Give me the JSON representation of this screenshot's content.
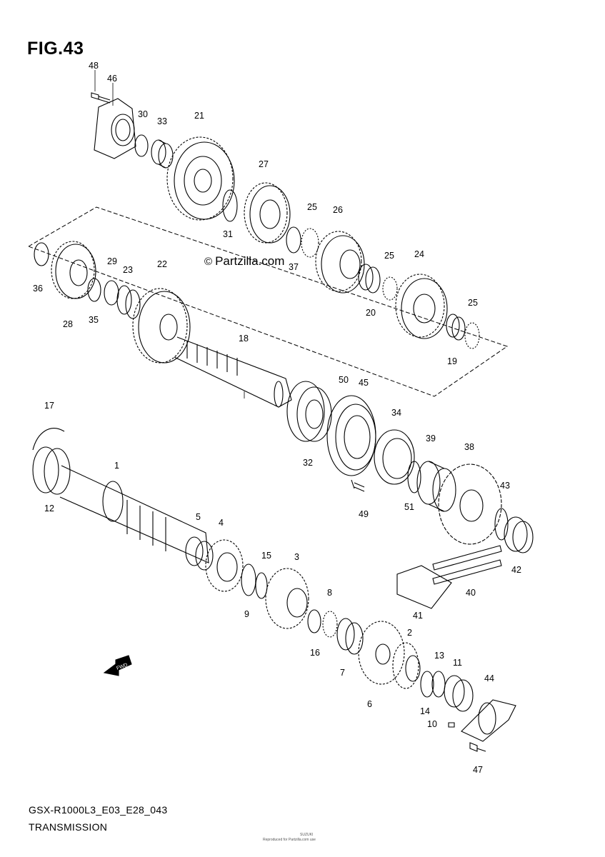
{
  "figure": {
    "title": "FIG.43"
  },
  "watermark": {
    "symbol": "©",
    "text": "Partzilla.com"
  },
  "footer": {
    "code": "GSX-R1000L3_E03_E28_043",
    "name": "TRANSMISSION",
    "small_print": "Reproduced for Partzilla.com use",
    "small_mark": "SUZUKI"
  },
  "arrow": {
    "label": "FWD"
  },
  "callouts": [
    "48",
    "46",
    "30",
    "33",
    "21",
    "27",
    "25",
    "26",
    "31",
    "37",
    "25",
    "24",
    "20",
    "19",
    "25",
    "36",
    "29",
    "23",
    "22",
    "28",
    "35",
    "18",
    "17",
    "1",
    "12",
    "32",
    "50",
    "45",
    "34",
    "39",
    "38",
    "43",
    "42",
    "49",
    "51",
    "40",
    "41",
    "5",
    "4",
    "9",
    "15",
    "3",
    "8",
    "16",
    "7",
    "2",
    "6",
    "13",
    "11",
    "14",
    "10",
    "44",
    "47"
  ]
}
